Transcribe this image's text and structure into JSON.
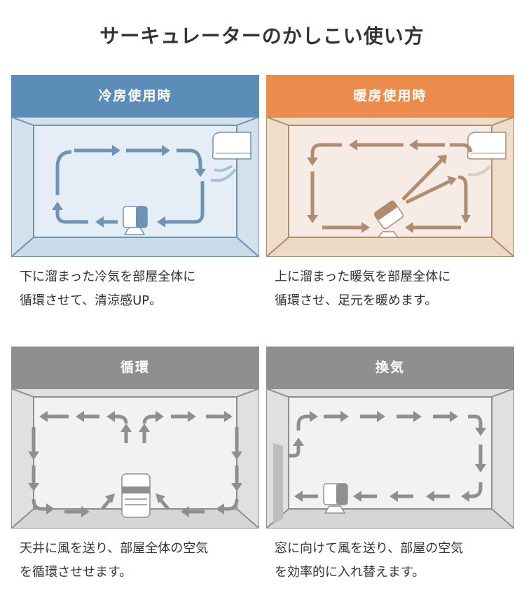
{
  "page": {
    "title": "サーキュレーターのかしこい使い方"
  },
  "panels": [
    {
      "header": "冷房使用時",
      "color": "#5b8db8",
      "caption": "下に溜まった冷気を部屋全体に\n循環させて、清涼感UP。"
    },
    {
      "header": "暖房使用時",
      "color": "#ec8c4c",
      "caption": "上に溜まった暖気を部屋全体に\n循環させ、足元を暖めます。"
    },
    {
      "header": "循環",
      "color": "#8f8f8f",
      "caption": "天井に風を送り、部屋全体の空気\nを循環させせます。"
    },
    {
      "header": "換気",
      "color": "#8f8f8f",
      "caption": "窓に向けて風を送り、部屋の空気\nを効率的に入れ替えます。"
    }
  ],
  "colors": {
    "cool_arrow": "#6f94b3",
    "cool_room": "#e5eef6",
    "cool_wall": "#d4e1ed",
    "cool_edge": "#6f94b3",
    "warm_arrow": "#b08c70",
    "warm_room": "#f7ece5",
    "warm_wall": "#efdcc9",
    "warm_edge": "#b08c70",
    "gray_arrow": "#8f8f8f",
    "gray_room": "#f2f2f2",
    "gray_wall": "#e0e0e0",
    "gray_edge": "#8f8f8f"
  }
}
